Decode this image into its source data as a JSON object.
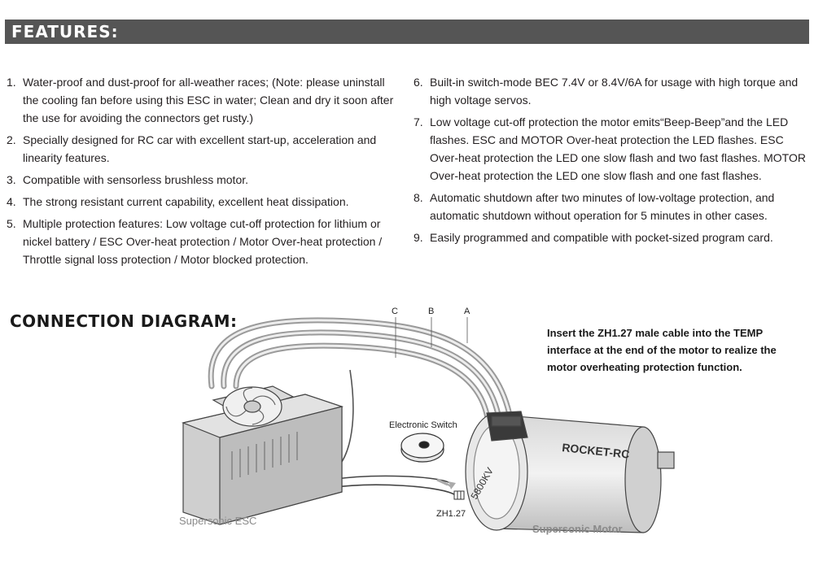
{
  "header": {
    "title": "FEATURES:"
  },
  "features_left": [
    {
      "num": "1.",
      "text": "Water-proof and dust-proof for all-weather races;   (Note: please uninstall the cooling fan before using this ESC in water; Clean and dry it soon after the use for avoiding the connectors get rusty.)"
    },
    {
      "num": "2.",
      "text": "Specially designed for RC car with excellent start-up, acceleration and linearity features."
    },
    {
      "num": "3.",
      "text": "Compatible with sensorless brushless motor."
    },
    {
      "num": "4.",
      "text": "The strong resistant current capability, excellent heat dissipation."
    },
    {
      "num": "5.",
      "text": "Multiple protection features: Low voltage cut-off protection for lithium or nickel battery / ESC Over-heat protection / Motor Over-heat protection / Throttle signal loss protection / Motor blocked protection."
    }
  ],
  "features_right": [
    {
      "num": "6.",
      "text": "Built-in switch-mode BEC 7.4V or 8.4V/6A for usage with high torque and high voltage servos."
    },
    {
      "num": "7.",
      "text": "Low voltage cut-off protection the motor emits“Beep-Beep”and the LED flashes. ESC and MOTOR  Over-heat protection the LED flashes. ESC Over-heat protection the LED one slow flash and two fast flashes. MOTOR  Over-heat protection the LED one slow flash and one fast flashes."
    },
    {
      "num": "8.",
      "text": "Automatic shutdown after two minutes of low-voltage protection, and automatic shutdown without operation for 5 minutes in other cases."
    },
    {
      "num": "9.",
      "text": "Easily programmed and compatible with pocket-sized program card."
    }
  ],
  "connection": {
    "title": "CONNECTION DIAGRAM:",
    "note": "Insert the ZH1.27 male cable into the TEMP interface at the end of the motor to realize the motor overheating protection function.",
    "wire_labels": [
      "C",
      "B",
      "A"
    ],
    "switch_label": "Electronic Switch",
    "connector_label": "ZH1.27",
    "esc_label": "Supersonic ESC",
    "motor_label": "Supersonic  Motor",
    "motor_brand": "ROCKET-RC",
    "motor_kv": "5800KV"
  }
}
